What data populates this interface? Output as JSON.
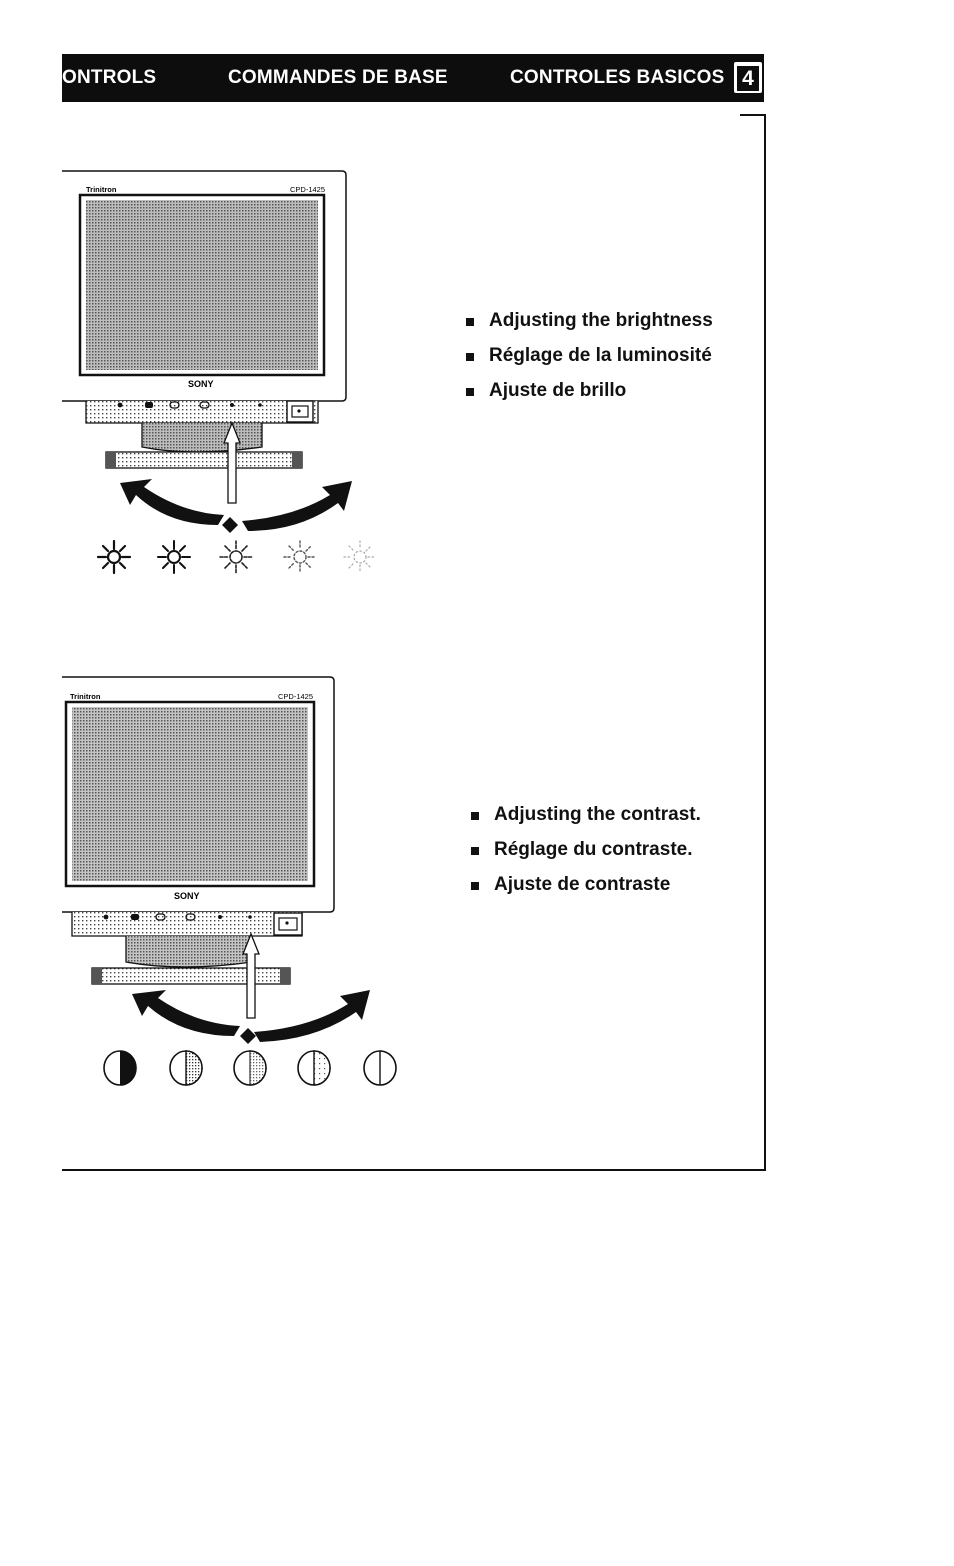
{
  "header": {
    "col1": "ONTROLS",
    "col2": "COMMANDES DE BASE",
    "col3": "CONTROLES BASICOS",
    "page_number": "4"
  },
  "section_brightness": {
    "monitor_brand": "Trinitron",
    "monitor_model": "CPD-1425",
    "monitor_maker": "SONY",
    "items": [
      "Adjusting the brightness",
      "Réglage de la luminosité",
      "Ajuste de brillo"
    ]
  },
  "section_contrast": {
    "monitor_brand": "Trinitron",
    "monitor_model": "CPD-1425",
    "monitor_maker": "SONY",
    "items": [
      "Adjusting the contrast.",
      "Réglage du contraste.",
      "Ajuste de contraste"
    ]
  }
}
